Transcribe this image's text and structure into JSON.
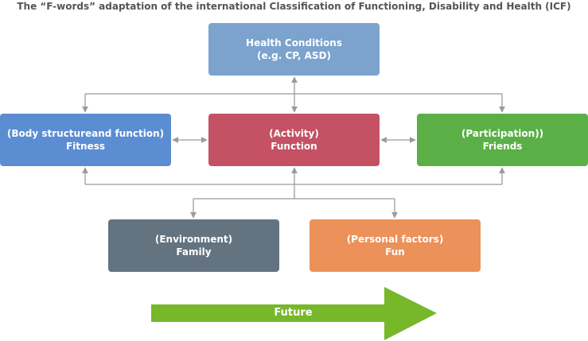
{
  "title": "The “F-words” adaptation of the international Classification of Functioning, Disability and Health (ICF)",
  "nodes": {
    "health_conditions": {
      "line1": "Health Conditions",
      "line2": "(e.g. CP, ASD)",
      "color": "#7ba3cd"
    },
    "fitness": {
      "line1": "(Body structureand function)",
      "line2": "Fitness",
      "color": "#5b8dd2"
    },
    "function": {
      "line1": "(Activity)",
      "line2": "Function",
      "color": "#c45164"
    },
    "friends": {
      "line1": "(Participation))",
      "line2": "Friends",
      "color": "#5aaf47"
    },
    "family": {
      "line1": "(Environment)",
      "line2": "Family",
      "color": "#647380"
    },
    "fun": {
      "line1": "(Personal factors)",
      "line2": "Fun",
      "color": "#ec9159"
    }
  },
  "future_arrow": {
    "label": "Future",
    "color": "#76b82a"
  },
  "connector_color": "#9b9b9b"
}
